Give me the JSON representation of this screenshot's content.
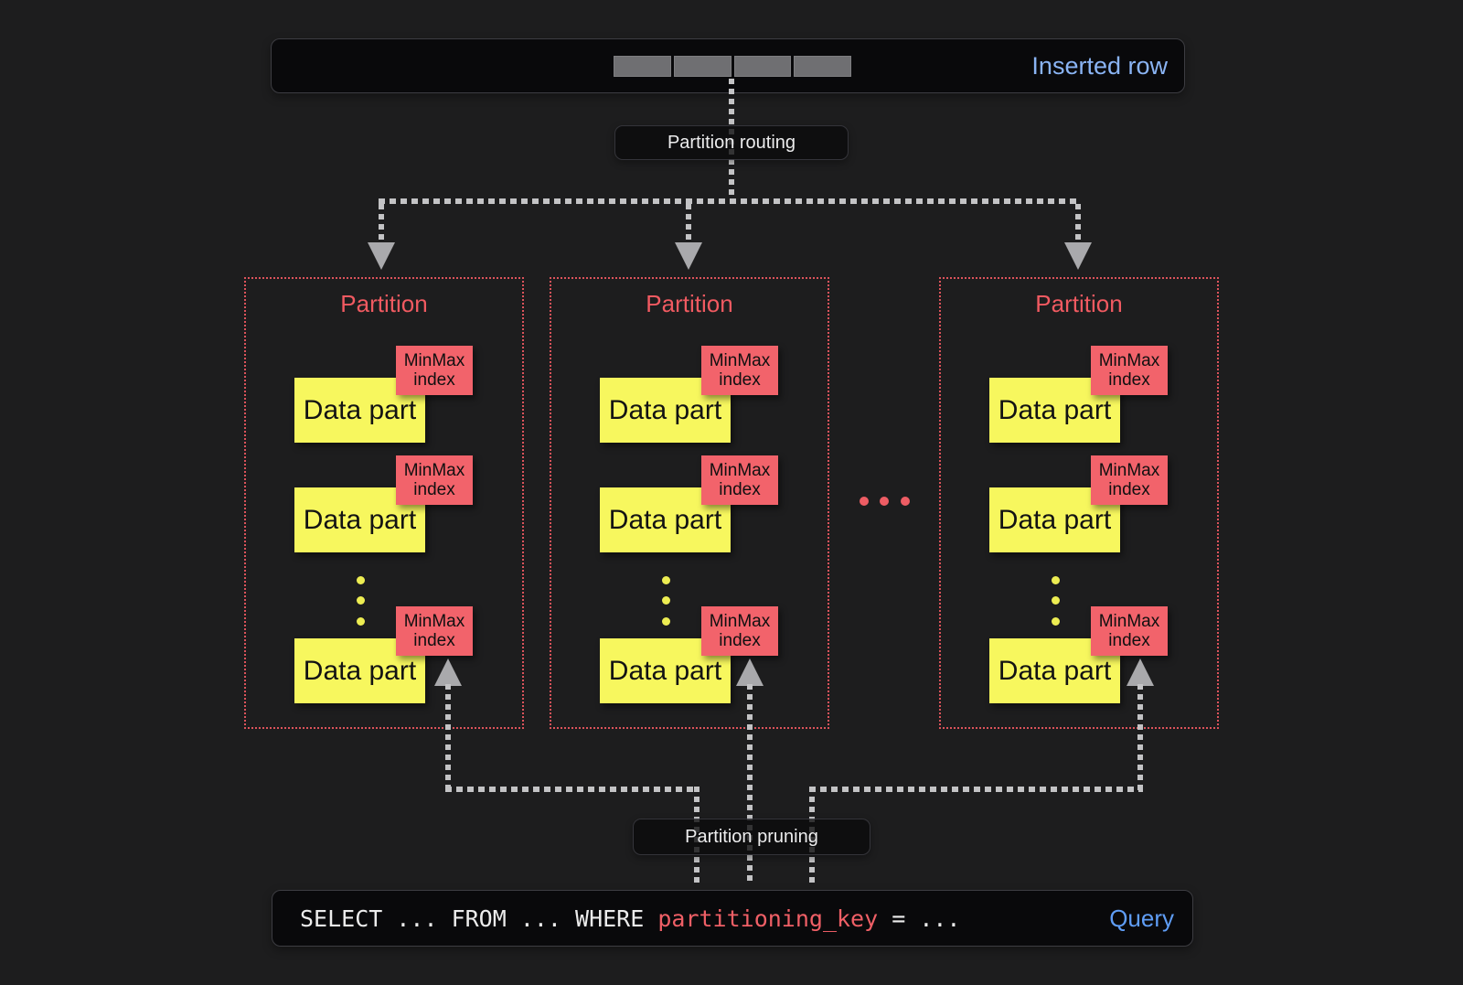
{
  "inserted_row": {
    "label": "Inserted row",
    "segment_count": 4
  },
  "flow": {
    "routing_label": "Partition routing",
    "pruning_label": "Partition pruning"
  },
  "partitions": {
    "more_indicator": "...",
    "items": [
      {
        "title": "Partition",
        "rows": [
          {
            "data_part": "Data part",
            "minmax": "MinMax index"
          },
          {
            "data_part": "Data part",
            "minmax": "MinMax index"
          },
          {
            "data_part": "Data part",
            "minmax": "MinMax index"
          }
        ]
      },
      {
        "title": "Partition",
        "rows": [
          {
            "data_part": "Data part",
            "minmax": "MinMax index"
          },
          {
            "data_part": "Data part",
            "minmax": "MinMax index"
          },
          {
            "data_part": "Data part",
            "minmax": "MinMax index"
          }
        ]
      },
      {
        "title": "Partition",
        "rows": [
          {
            "data_part": "Data part",
            "minmax": "MinMax index"
          },
          {
            "data_part": "Data part",
            "minmax": "MinMax index"
          },
          {
            "data_part": "Data part",
            "minmax": "MinMax index"
          }
        ]
      }
    ]
  },
  "query": {
    "prefix": "SELECT ... FROM ... WHERE ",
    "highlight": "partitioning_key",
    "suffix": " = ...",
    "label": "Query"
  },
  "colors": {
    "accent_red": "#f15a61",
    "minmax_red": "#f2636b",
    "part_yellow": "#f7f75e",
    "inserted_row_blue": "#8ab4f4",
    "query_blue": "#5f9df5",
    "connector_gray": "#c3c3c5",
    "background": "#1d1d1e"
  }
}
